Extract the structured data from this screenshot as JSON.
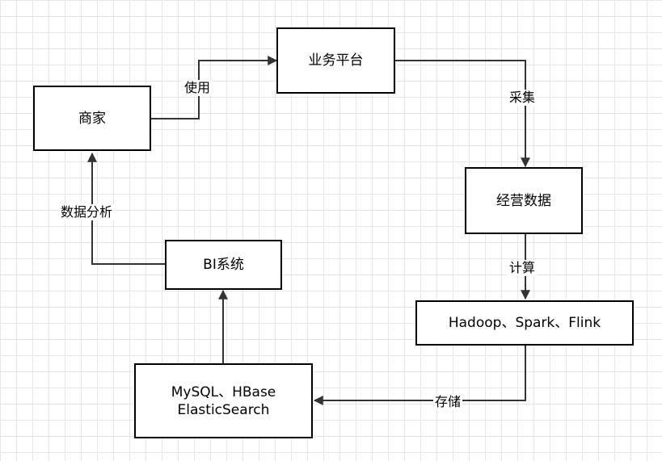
{
  "nodes": {
    "merchant": "商家",
    "platform": "业务平台",
    "operating_data": "经营数据",
    "compute": "Hadoop、Spark、Flink",
    "storage_line1": "MySQL、HBase",
    "storage_line2": "ElasticSearch",
    "bi": "BI系统"
  },
  "edges": {
    "use": "使用",
    "collect": "采集",
    "compute": "计算",
    "store": "存储",
    "analyze": "数据分析"
  },
  "colors": {
    "stroke": "#333333",
    "grid": "#e6e6e6"
  }
}
